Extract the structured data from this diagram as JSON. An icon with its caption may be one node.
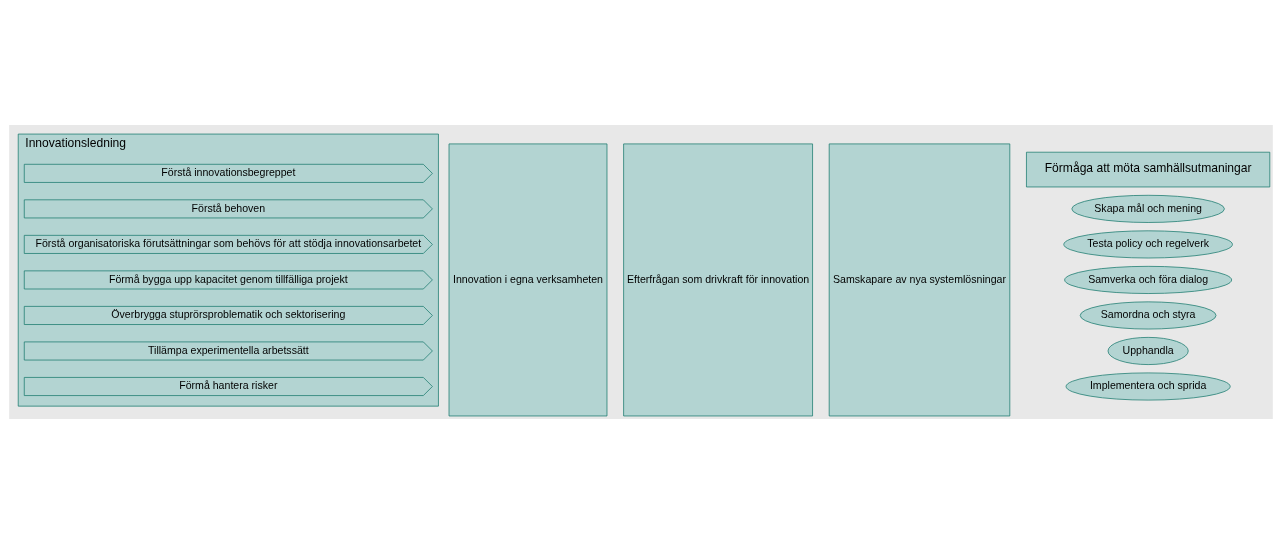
{
  "diagram": {
    "nodes": [
      {
        "text": [
          "Innovationsledning"
        ]
      },
      {
        "text": [
          "Förstå innovationsbegreppet"
        ],
        "in": 0
      },
      {
        "text": [
          "Förstå behoven"
        ],
        "in": 0
      },
      {
        "text": [
          "Förstå organisatoriska förutsättningar som behövs för att stödja innovationsarbetet"
        ],
        "in": 0
      },
      {
        "text": [
          "Förmå bygga upp kapacitet genom tillfälliga projekt"
        ],
        "in": 0
      },
      {
        "text": [
          "Överbrygga stuprörsproblematik och sektorisering"
        ],
        "in": 0
      },
      {
        "text": [
          "Tillämpa experimentella arbetssätt"
        ],
        "in": 0
      },
      {
        "text": [
          "Förmå hantera risker"
        ],
        "in": 0
      },
      {
        "text": [
          "Innovation i egna verksamheten"
        ]
      },
      {
        "text": [
          "Efterfrågan som drivkraft för innovation"
        ]
      },
      {
        "text": [
          "Samskapare av nya systemlösningar"
        ]
      },
      {
        "text": [
          "Förmåga att möta samhällsutmaningar"
        ]
      },
      {
        "text": [
          "Skapa mål och mening"
        ]
      },
      {
        "text": [
          "Testa policy och regelverk"
        ]
      },
      {
        "text": [
          "Samverka och föra dialog"
        ]
      },
      {
        "text": [
          "Samordna och styra"
        ]
      },
      {
        "text": [
          "Upphandla"
        ]
      },
      {
        "text": [
          "Implementera och sprida"
        ]
      }
    ],
    "edges": []
  }
}
